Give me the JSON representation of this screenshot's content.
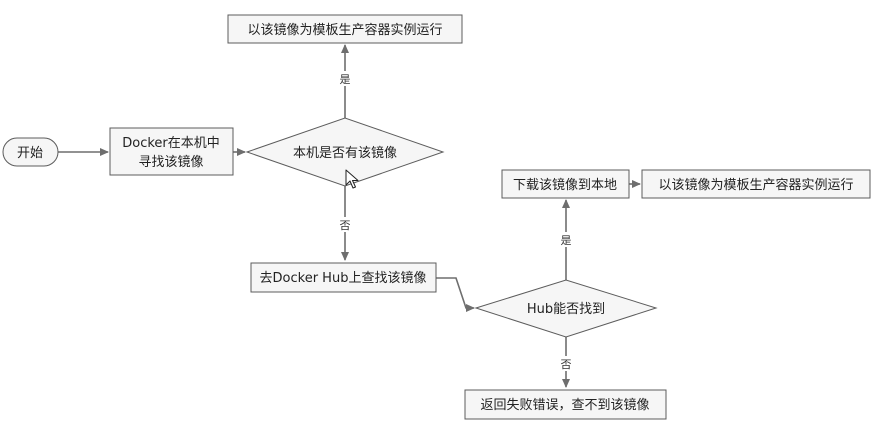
{
  "nodes": {
    "start": "开始",
    "search_local_line1": "Docker在本机中",
    "search_local_line2": "寻找该镜像",
    "has_local": "本机是否有该镜像",
    "run_local": "以该镜像为模板生产容器实例运行",
    "search_hub": "去Docker Hub上查找该镜像",
    "hub_found": "Hub能否找到",
    "download": "下载该镜像到本地",
    "run_download": "以该镜像为模板生产容器实例运行",
    "fail": "返回失败错误，查不到该镜像"
  },
  "edges": {
    "yes_local": "是",
    "no_local": "否",
    "yes_hub": "是",
    "no_hub": "否"
  },
  "colors": {
    "line": "#6e6e6e",
    "box_fill": "#f6f6f6",
    "box_stroke": "#5c5c5c"
  }
}
